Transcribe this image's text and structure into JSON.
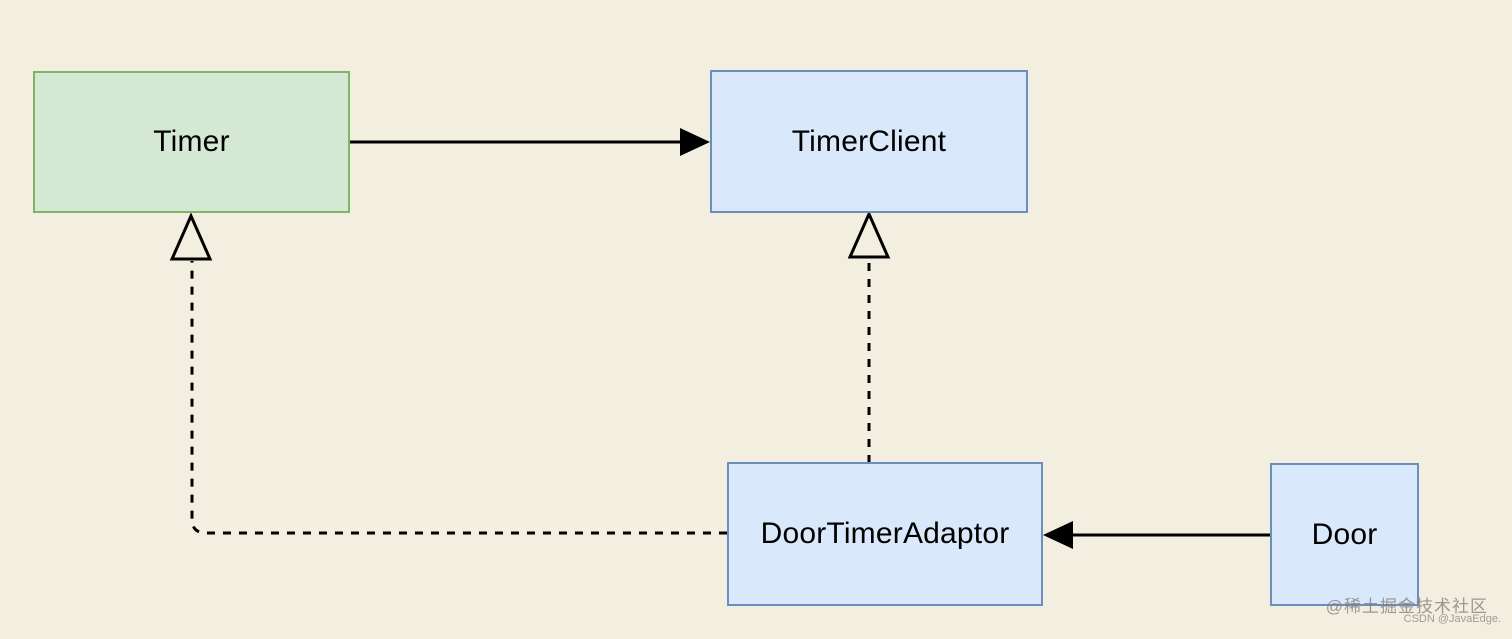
{
  "diagram": {
    "background": "#f2eee0",
    "edge_color": "#000000",
    "nodes": [
      {
        "id": "timer",
        "label": "Timer",
        "fill": "#d5e8d4",
        "stroke": "#82b366"
      },
      {
        "id": "timer-client",
        "label": "TimerClient",
        "fill": "#dae8fc",
        "stroke": "#6c8ebf"
      },
      {
        "id": "door-timer-adaptor",
        "label": "DoorTimerAdaptor",
        "fill": "#dae8fc",
        "stroke": "#6c8ebf"
      },
      {
        "id": "door",
        "label": "Door",
        "fill": "#dae8fc",
        "stroke": "#6c8ebf"
      }
    ],
    "edges": [
      {
        "type": "association-solid-arrow",
        "from": "Timer",
        "to": "TimerClient"
      },
      {
        "type": "association-solid-arrow",
        "from": "Door",
        "to": "DoorTimerAdaptor"
      },
      {
        "type": "realization-dashed-hollow-triangle",
        "from": "DoorTimerAdaptor",
        "to": "TimerClient"
      },
      {
        "type": "realization-dashed-hollow-triangle",
        "from": "DoorTimerAdaptor",
        "to": "Timer"
      }
    ]
  },
  "watermark": {
    "primary": "@稀土掘金技术社区",
    "secondary": "CSDN @JavaEdge."
  }
}
